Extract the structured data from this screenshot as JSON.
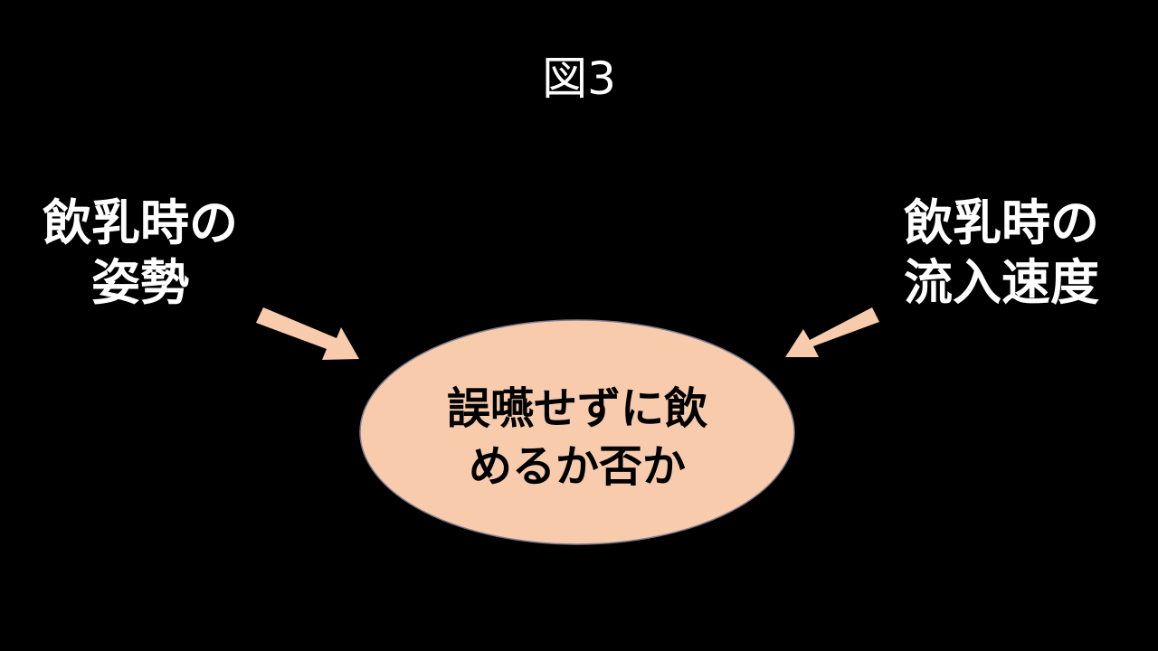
{
  "slide": {
    "title": "図3",
    "factor_left": "飲乳時の\n姿勢",
    "factor_right": "飲乳時の\n流入速度",
    "outcome": "誤嚥せずに飲\nめるか否か"
  },
  "colors": {
    "background": "#000000",
    "text": "#ffffff",
    "ellipse_fill": "#f8cbad",
    "ellipse_stroke": "#7a7a8c",
    "arrow": "#f8cbad"
  }
}
